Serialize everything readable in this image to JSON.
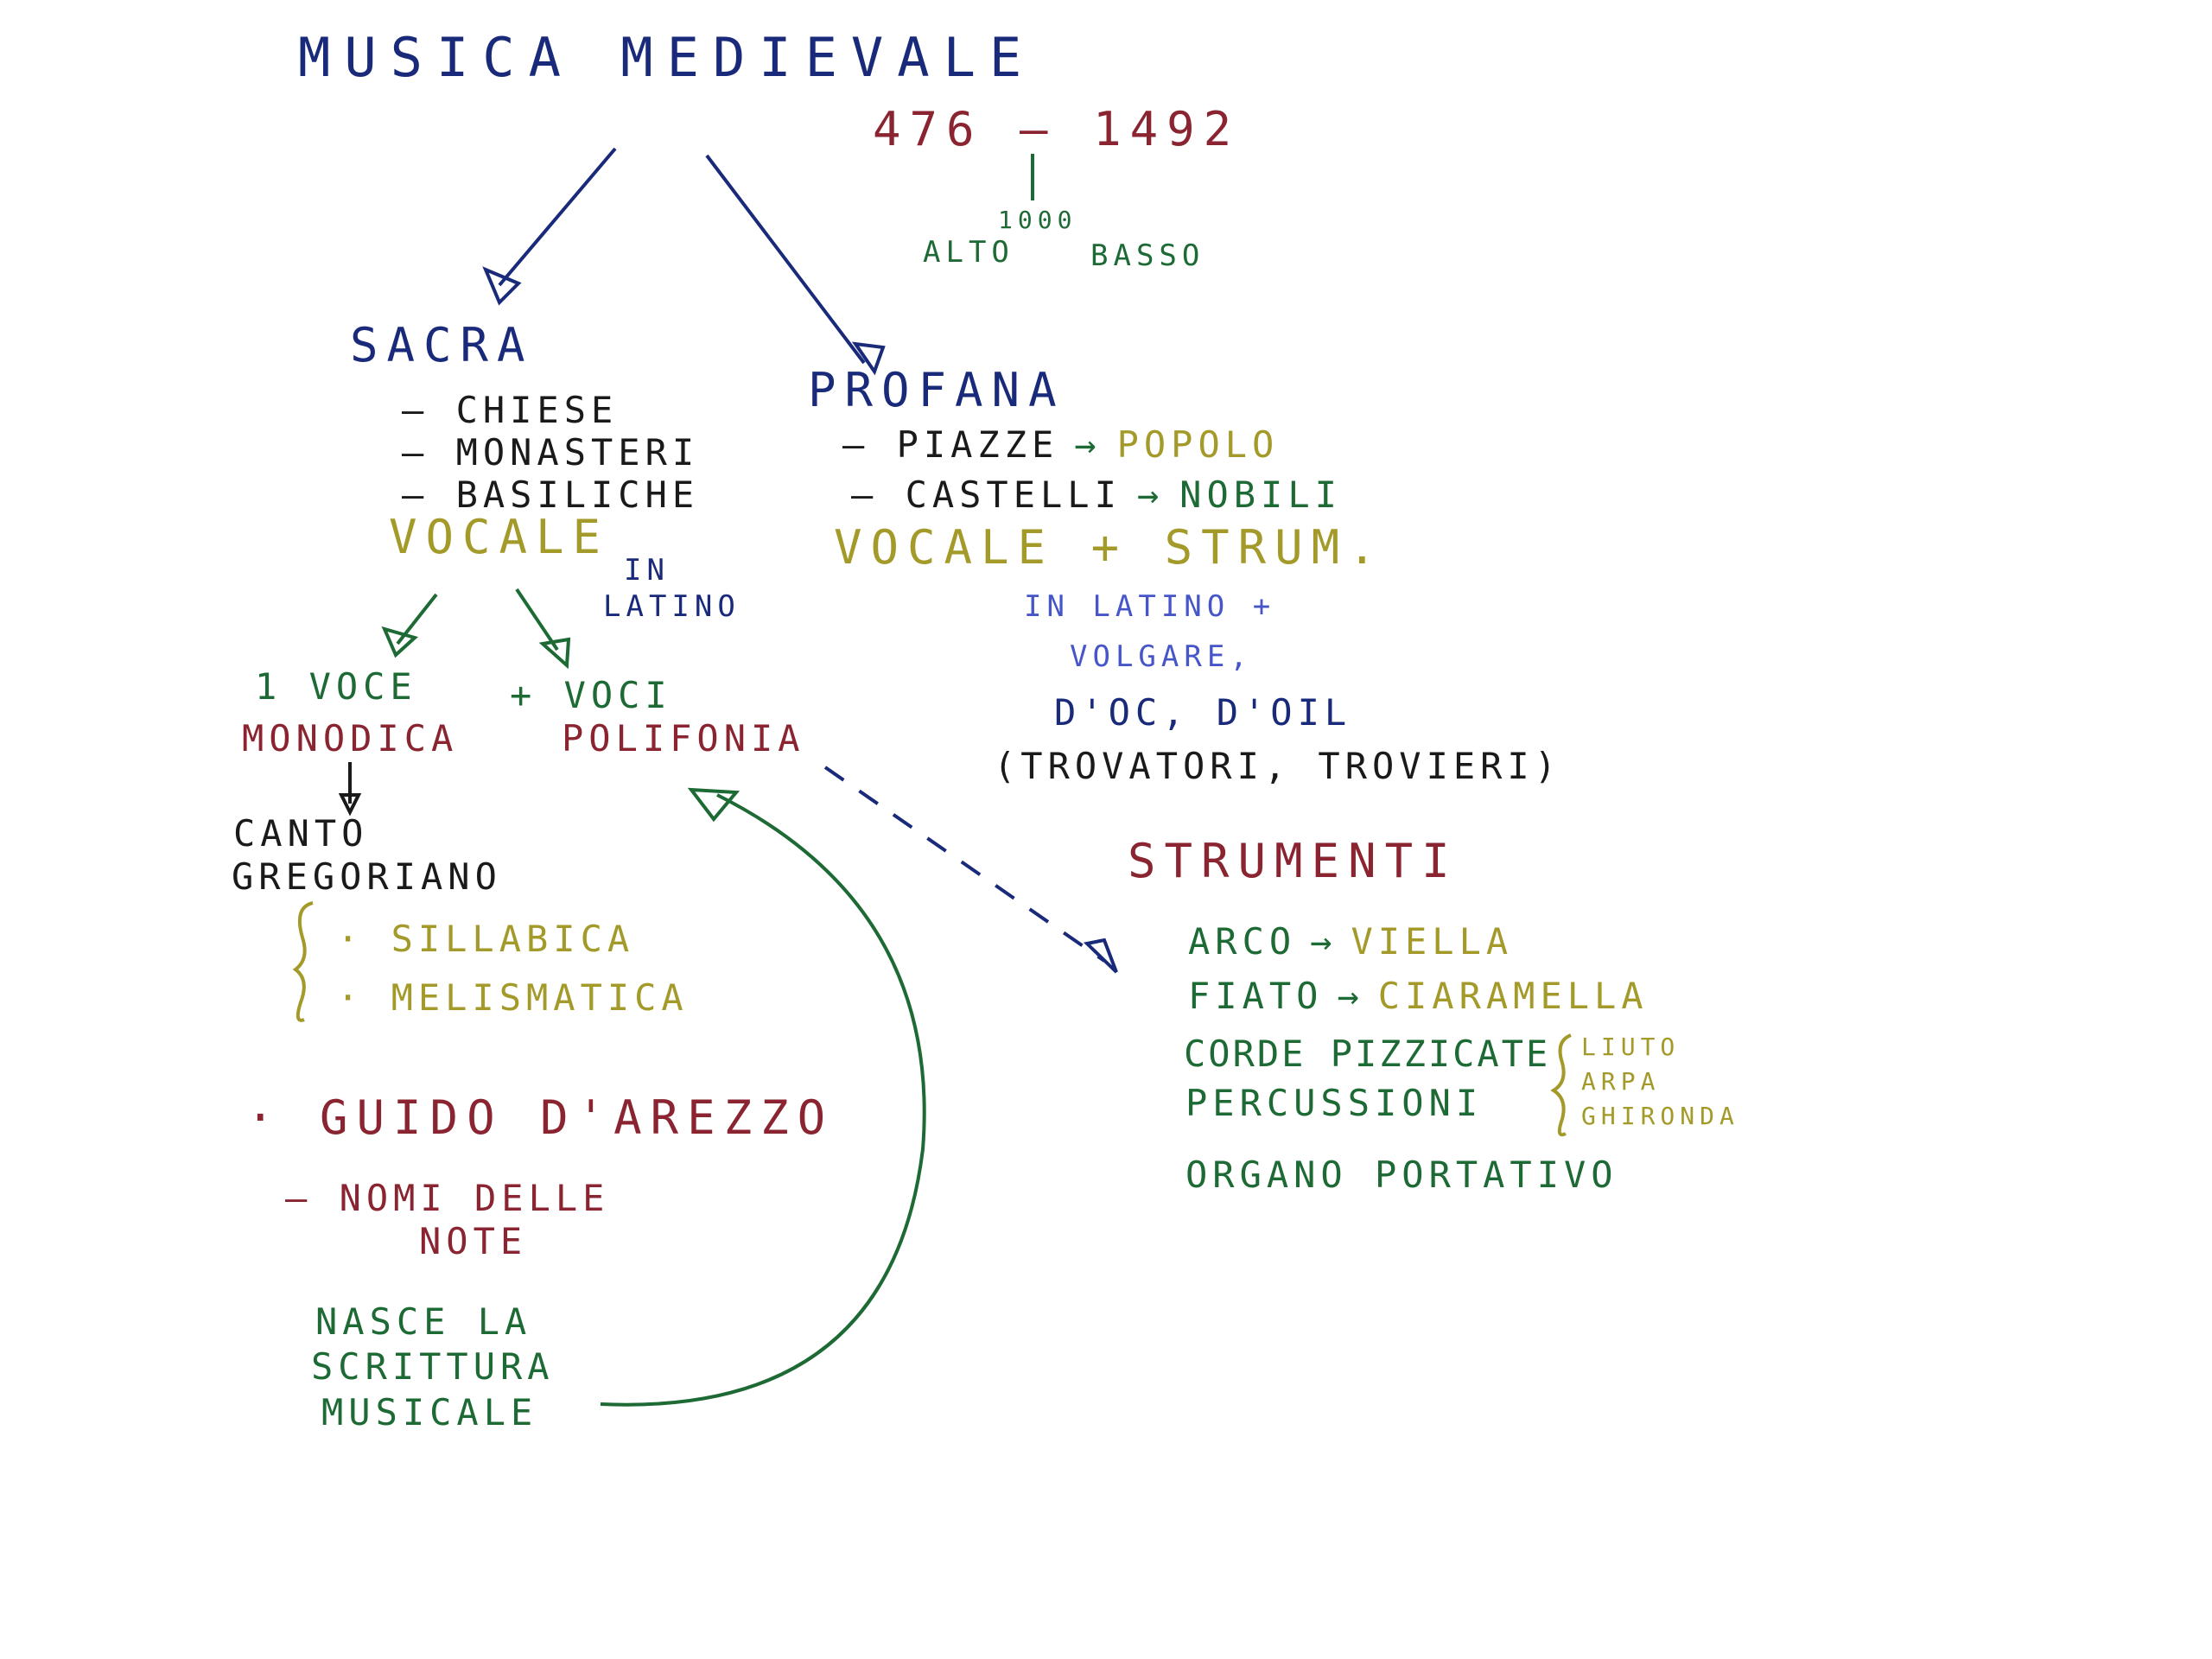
{
  "title": "MUSICA MEDIEVALE",
  "dates": {
    "range": "476 — 1492",
    "split_year": "1000",
    "alto": "ALTO",
    "basso": "BASSO"
  },
  "sacra": {
    "heading": "SACRA",
    "places": [
      "— CHIESE",
      "— MONASTERI",
      "— BASILICHE"
    ],
    "type": "VOCALE",
    "language": [
      "IN",
      "LATINO"
    ],
    "branches": {
      "one_voice": "1 VOCE",
      "monodica": "MONODICA",
      "more_voices": "+ VOCI",
      "polifonia": "POLIFONIA"
    },
    "canto": [
      "CANTO",
      "GREGORIANO"
    ],
    "canto_types": [
      "· SILLABICA",
      "· MELISMATICA"
    ],
    "guido": "· GUIDO D'AREZZO",
    "note_names": [
      "— NOMI DELLE",
      "NOTE"
    ],
    "scrittura": [
      "NASCE LA",
      "SCRITTURA",
      "MUSICALE"
    ]
  },
  "profana": {
    "heading": "PROFANA",
    "places": [
      {
        "place": "— PIAZZE",
        "arrow": "→",
        "who": "POPOLO"
      },
      {
        "place": "— CASTELLI",
        "arrow": "→",
        "who": "NOBILI"
      }
    ],
    "type": "VOCALE + STRUM.",
    "languages": [
      "IN LATINO +",
      "VOLGARE,",
      "D'OC, D'OIL"
    ],
    "poets": "(TROVATORI, TROVIERI)"
  },
  "strumenti": {
    "heading": "STRUMENTI",
    "items": [
      {
        "family": "ARCO",
        "arrow": "→",
        "example": "VIELLA"
      },
      {
        "family": "FIATO",
        "arrow": "→",
        "example": "CIARAMELLA"
      },
      {
        "family": "CORDE PIZZICATE",
        "arrow": "",
        "example": ""
      },
      {
        "family": "PERCUSSIONI",
        "arrow": "",
        "example": ""
      }
    ],
    "pizzicate": [
      "LIUTO",
      "ARPA",
      "GHIRONDA"
    ],
    "organo": "ORGANO PORTATIVO"
  },
  "colors": {
    "blue": "#1a2a7a",
    "red": "#8a2430",
    "green": "#1d6a35",
    "olive": "#a39a2a",
    "black": "#1a1a1a"
  }
}
